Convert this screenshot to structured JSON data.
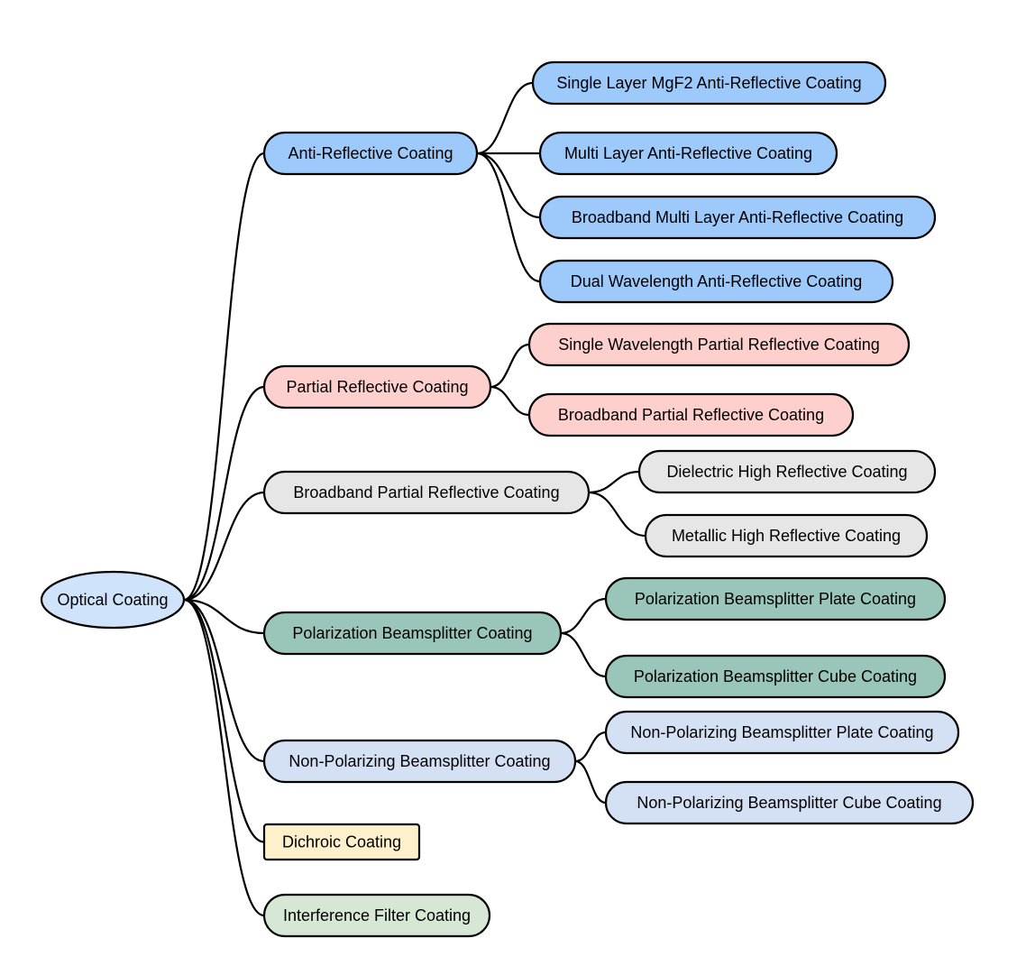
{
  "colors": {
    "root": "#cfe3fb",
    "anti_reflective": "#9dc9fb",
    "partial_reflective": "#fdcfcd",
    "high_reflective": "#e6e6e6",
    "polarization": "#99c5bb",
    "non_polarizing": "#d4e0f4",
    "dichroic": "#fdf0cb",
    "interference": "#d6e8d5",
    "line": "#000000"
  },
  "tree": {
    "id": "optical-coating",
    "label": "Optical Coating",
    "color": "root",
    "children": [
      {
        "id": "anti-reflective-coating",
        "label": "Anti-Reflective Coating",
        "color": "anti_reflective",
        "children": [
          {
            "id": "single-layer-mgf2-anti-reflective-coating",
            "label": "Single Layer MgF2 Anti-Reflective Coating",
            "color": "anti_reflective"
          },
          {
            "id": "multi-layer-anti-reflective-coating",
            "label": "Multi Layer Anti-Reflective Coating",
            "color": "anti_reflective"
          },
          {
            "id": "broadband-multi-layer-anti-reflective-coating",
            "label": "Broadband Multi Layer Anti-Reflective Coating",
            "color": "anti_reflective"
          },
          {
            "id": "dual-wavelength-anti-reflective-coating",
            "label": "Dual Wavelength Anti-Reflective Coating",
            "color": "anti_reflective"
          }
        ]
      },
      {
        "id": "partial-reflective-coating",
        "label": "Partial Reflective Coating",
        "color": "partial_reflective",
        "children": [
          {
            "id": "single-wavelength-partial-reflective-coating",
            "label": "Single Wavelength Partial Reflective Coating",
            "color": "partial_reflective"
          },
          {
            "id": "broadband-partial-reflective-coating-leaf",
            "label": "Broadband Partial Reflective Coating",
            "color": "partial_reflective"
          }
        ]
      },
      {
        "id": "broadband-partial-reflective-coating",
        "label": "Broadband Partial Reflective Coating",
        "color": "high_reflective",
        "children": [
          {
            "id": "dielectric-high-reflective-coating",
            "label": "Dielectric High Reflective Coating",
            "color": "high_reflective"
          },
          {
            "id": "metallic-high-reflective-coating",
            "label": "Metallic High Reflective Coating",
            "color": "high_reflective"
          }
        ]
      },
      {
        "id": "polarization-beamsplitter-coating",
        "label": "Polarization Beamsplitter Coating",
        "color": "polarization",
        "children": [
          {
            "id": "polarization-beamsplitter-plate-coating",
            "label": "Polarization Beamsplitter Plate Coating",
            "color": "polarization"
          },
          {
            "id": "polarization-beamsplitter-cube-coating",
            "label": "Polarization Beamsplitter Cube Coating",
            "color": "polarization"
          }
        ]
      },
      {
        "id": "non-polarizing-beamsplitter-coating",
        "label": "Non-Polarizing Beamsplitter Coating",
        "color": "non_polarizing",
        "children": [
          {
            "id": "non-polarizing-beamsplitter-plate-coating",
            "label": "Non-Polarizing Beamsplitter Plate Coating",
            "color": "non_polarizing"
          },
          {
            "id": "non-polarizing-beamsplitter-cube-coating",
            "label": "Non-Polarizing Beamsplitter Cube Coating",
            "color": "non_polarizing"
          }
        ]
      },
      {
        "id": "dichroic-coating",
        "label": "Dichroic Coating",
        "color": "dichroic",
        "children": []
      },
      {
        "id": "interference-filter-coating",
        "label": "Interference Filter Coating",
        "color": "interference",
        "children": []
      }
    ]
  }
}
